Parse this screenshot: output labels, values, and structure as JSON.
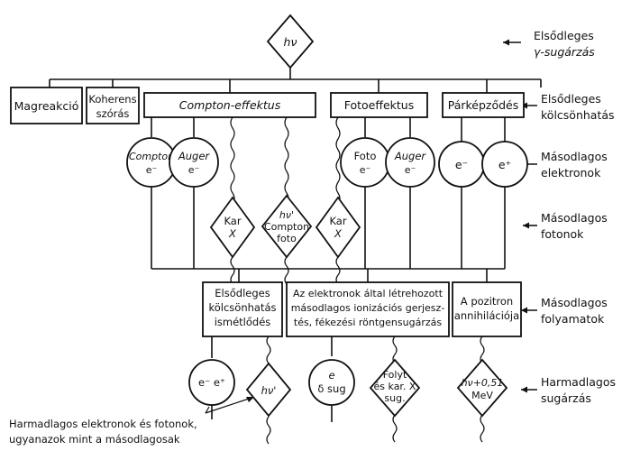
{
  "top": {
    "hv": "hν"
  },
  "side_labels": [
    [
      "Elsődleges",
      "γ-sugárzás"
    ],
    [
      "Elsődleges",
      "kölcsönhatás"
    ],
    [
      "Másodlagos",
      "elektronok"
    ],
    [
      "Másodlagos",
      "fotonok"
    ],
    [
      "Másodlagos",
      "folyamatok"
    ],
    [
      "Harmadlagos",
      "sugárzás"
    ]
  ],
  "interactions": {
    "magreakcio": "Magreakció",
    "koherens": [
      "Koherens",
      "szórás"
    ],
    "compton": "Compton-effektus",
    "fotoeffektus": "Fotoeffektus",
    "parkepzodes": "Párképződés"
  },
  "electrons": {
    "compton": [
      "Compton",
      "e⁻"
    ],
    "auger1": [
      "Auger",
      "e⁻"
    ],
    "foto": [
      "Foto",
      "e⁻"
    ],
    "auger2": [
      "Auger",
      "e⁻"
    ],
    "e_minus": "e⁻",
    "e_plus": "e⁺"
  },
  "photons": {
    "kar1": [
      "Kar",
      "X"
    ],
    "compton_foto": [
      "hν'",
      "Compton",
      "foto"
    ],
    "kar2": [
      "Kar",
      "X"
    ]
  },
  "processes": {
    "ismetlodes": [
      "Elsődleges",
      "kölcsönhatás",
      "ismétlődés"
    ],
    "ionizacio": [
      "Az elektronok által létrehozott",
      "másodlagos ionizációs gerjesz-",
      "tés, fékezési röntgensugárzás"
    ],
    "annihilacio": [
      "A pozitron",
      "annihilációja"
    ]
  },
  "tertiary": {
    "e_pair": "e⁻  e⁺",
    "hv1": "hν'",
    "delta": [
      "e",
      "δ sug"
    ],
    "folyt": [
      "Folyt",
      "és kar. X",
      "sug."
    ],
    "hv051": [
      "hν+0,51",
      "MeV"
    ]
  },
  "note": [
    "Harmadlagos elektronok és fotonok,",
    "ugyanazok mint a másodlagosak"
  ]
}
